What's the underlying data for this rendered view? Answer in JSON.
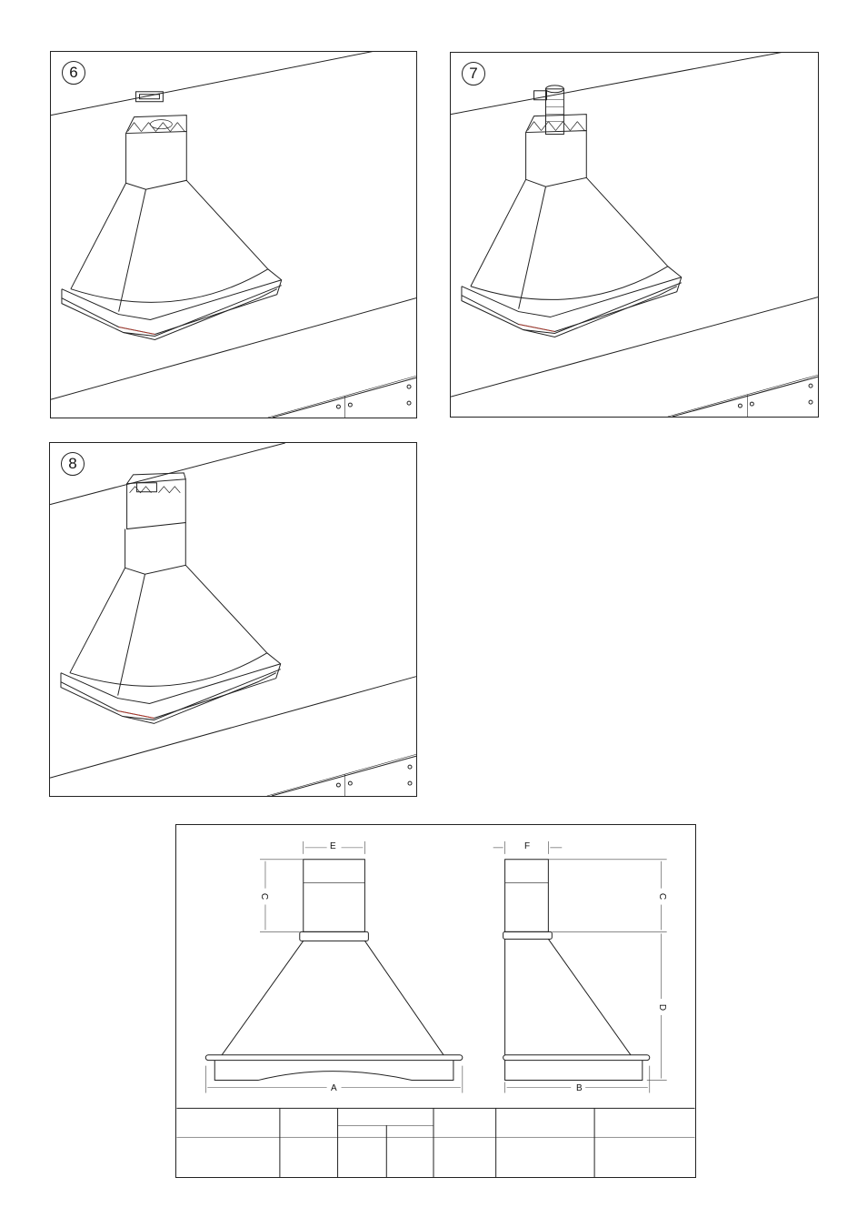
{
  "steps": [
    {
      "number": "6"
    },
    {
      "number": "7"
    },
    {
      "number": "8"
    }
  ],
  "dimensions": {
    "A": "A",
    "B": "B",
    "C_front": "C",
    "C_side": "C",
    "D": "D",
    "E": "E",
    "F": "F"
  },
  "table": {
    "columns": 6,
    "rows": 2
  },
  "colors": {
    "line": "#222222",
    "accent": "#c0392b"
  }
}
